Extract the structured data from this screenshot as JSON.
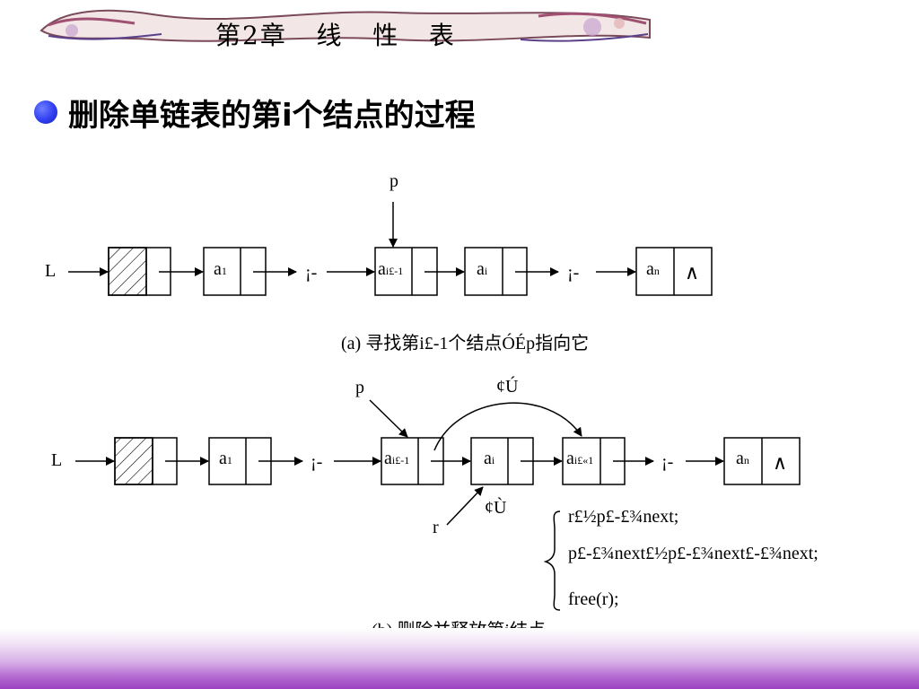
{
  "header": {
    "chapter_title": "第2章   线   性   表"
  },
  "heading": {
    "text": "删除单链表的第i个结点的过程"
  },
  "diagram_a": {
    "head_label": "L",
    "pointer_label": "p",
    "nodes": [
      {
        "main": "a",
        "sub": "1"
      },
      {
        "main": "a",
        "sub": "i£-1"
      },
      {
        "main": "a",
        "sub": "i"
      },
      {
        "main": "a",
        "sub": "n"
      }
    ],
    "ellipsis": "¡-",
    "null_symbol": "∧",
    "caption": "(a) 寻找第i£-1个结点ÓÉp指向它"
  },
  "diagram_b": {
    "head_label": "L",
    "pointer_p_label": "p",
    "pointer_r_label": "r",
    "step_label_top": "¢Ú",
    "step_label_bottom": "¢Ù",
    "nodes": [
      {
        "main": "a",
        "sub": "1"
      },
      {
        "main": "a",
        "sub": "i£-1"
      },
      {
        "main": "a",
        "sub": "i"
      },
      {
        "main": "a",
        "sub": "i£«1"
      },
      {
        "main": "a",
        "sub": "n"
      }
    ],
    "ellipsis": "¡-",
    "null_symbol": "∧",
    "code_lines": [
      "r£½p£-£¾next;",
      "p£-£¾next£½p£-£¾next£-£¾next;",
      "free(r);"
    ],
    "caption": "(b) 删除并释放第i结点"
  },
  "colors": {
    "bullet": "#2f3ef0",
    "footer": "#9a41bf"
  }
}
